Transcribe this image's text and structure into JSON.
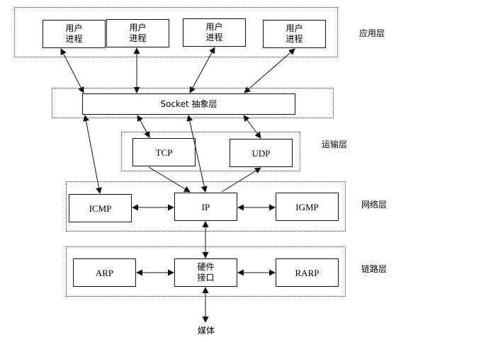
{
  "layers": {
    "application": "应用层",
    "transport": "运输层",
    "network": "网络层",
    "link": "链路层"
  },
  "boxes": {
    "user_process_1": "用户\n进程",
    "user_process_2": "用户\n进程",
    "user_process_3": "用户\n进程",
    "user_process_4": "用户\n进程",
    "socket": "Socket 抽象层",
    "tcp": "TCP",
    "udp": "UDP",
    "icmp": "ICMP",
    "ip": "IP",
    "igmp": "IGMP",
    "arp": "ARP",
    "hw_interface": "硬件\n接口",
    "rarp": "RARP"
  },
  "media": "媒体",
  "colors": {
    "line": "#111111",
    "zone_border": "#333333"
  }
}
